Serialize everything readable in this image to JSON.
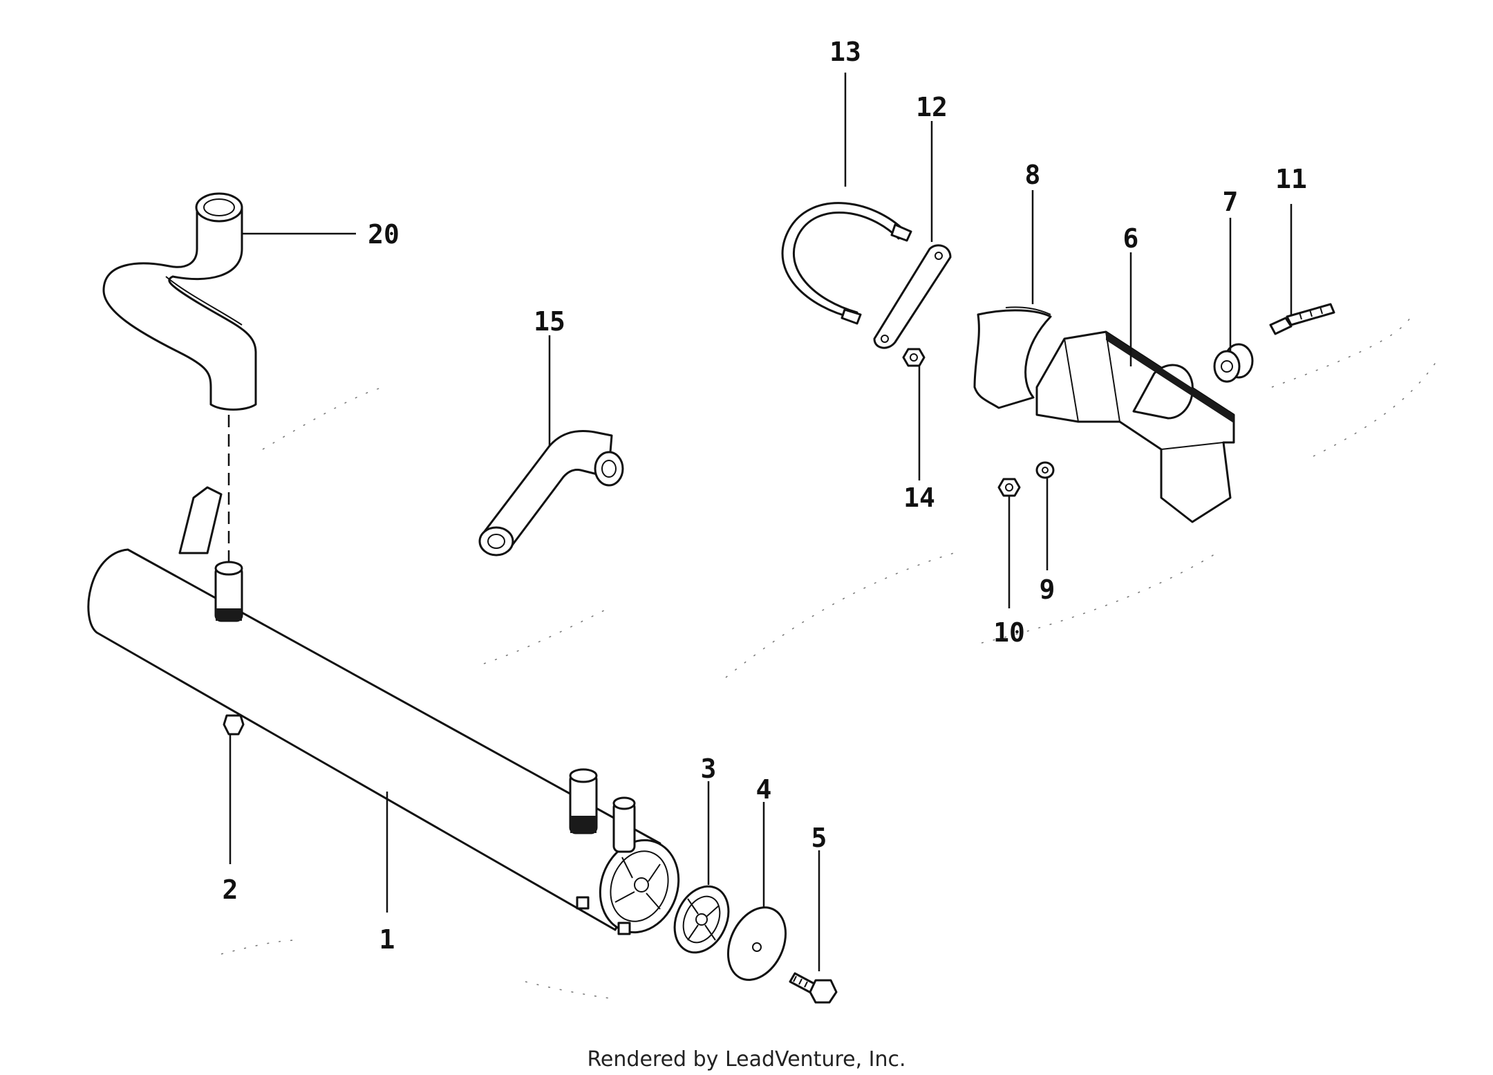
{
  "diagram": {
    "parts": [
      {
        "id": "p1",
        "number": "1",
        "name": "tube-body"
      },
      {
        "id": "p2",
        "number": "2",
        "name": "drain-plug"
      },
      {
        "id": "p3",
        "number": "3",
        "name": "spoked-plate"
      },
      {
        "id": "p4",
        "number": "4",
        "name": "disc-washer"
      },
      {
        "id": "p5",
        "number": "5",
        "name": "bolt"
      },
      {
        "id": "p6",
        "number": "6",
        "name": "mounting-bracket"
      },
      {
        "id": "p7",
        "number": "7",
        "name": "bushing"
      },
      {
        "id": "p8",
        "number": "8",
        "name": "saddle-pad"
      },
      {
        "id": "p9",
        "number": "9",
        "name": "washer"
      },
      {
        "id": "p10",
        "number": "10",
        "name": "nut"
      },
      {
        "id": "p11",
        "number": "11",
        "name": "stud"
      },
      {
        "id": "p12",
        "number": "12",
        "name": "clamp-strap"
      },
      {
        "id": "p13",
        "number": "13",
        "name": "u-bolt"
      },
      {
        "id": "p14",
        "number": "14",
        "name": "nut"
      },
      {
        "id": "p15",
        "number": "15",
        "name": "hose-elbow"
      },
      {
        "id": "p20",
        "number": "20",
        "name": "hose-s-bend"
      }
    ]
  },
  "footer": {
    "credit": "Rendered by LeadVenture, Inc."
  }
}
